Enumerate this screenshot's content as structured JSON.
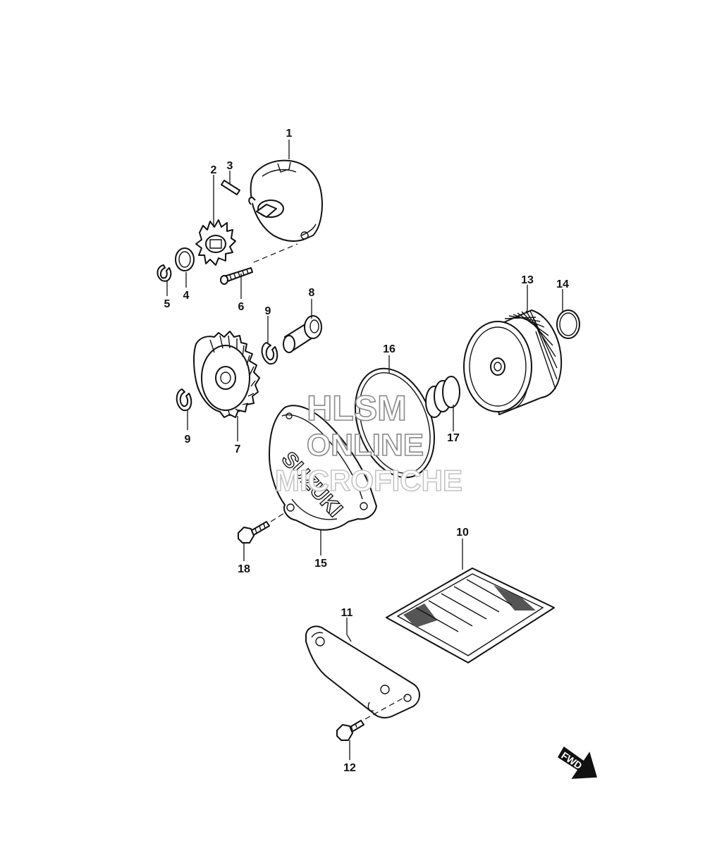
{
  "callouts": [
    {
      "id": "c1",
      "label": "1"
    },
    {
      "id": "c2",
      "label": "2"
    },
    {
      "id": "c3",
      "label": "3"
    },
    {
      "id": "c4",
      "label": "4"
    },
    {
      "id": "c5",
      "label": "5"
    },
    {
      "id": "c6",
      "label": "6"
    },
    {
      "id": "c7",
      "label": "7"
    },
    {
      "id": "c8",
      "label": "8"
    },
    {
      "id": "c9a",
      "label": "9"
    },
    {
      "id": "c9b",
      "label": "9"
    },
    {
      "id": "c10",
      "label": "10"
    },
    {
      "id": "c11",
      "label": "11"
    },
    {
      "id": "c12",
      "label": "12"
    },
    {
      "id": "c13",
      "label": "13"
    },
    {
      "id": "c14",
      "label": "14"
    },
    {
      "id": "c15",
      "label": "15"
    },
    {
      "id": "c16",
      "label": "16"
    },
    {
      "id": "c17",
      "label": "17"
    },
    {
      "id": "c18",
      "label": "18"
    }
  ],
  "watermark": {
    "line1": "HLSM",
    "line2": "ONLINE",
    "line3": "MICROFICHE"
  },
  "cover_emblem": "SUZUKI",
  "direction_arrow": {
    "label": "FWD",
    "icon": "fwd-arrow-icon"
  },
  "colors": {
    "line": "#111111",
    "watermark_outline": "#8a8a8a",
    "background": "#ffffff"
  }
}
